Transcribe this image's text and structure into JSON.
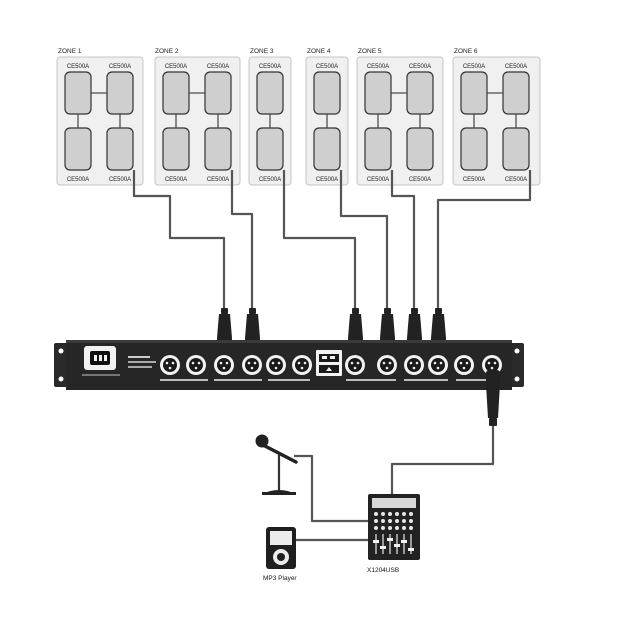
{
  "zones": [
    {
      "label": "ZONE 1",
      "speakers": [
        "CE500A",
        "CE500A",
        "CE500A",
        "CE500A"
      ]
    },
    {
      "label": "ZONE 2",
      "speakers": [
        "CE500A",
        "CE500A",
        "CE500A",
        "CE500A"
      ]
    },
    {
      "label": "ZONE 3",
      "speakers": [
        "CE500A",
        "CE500A"
      ]
    },
    {
      "label": "ZONE 4",
      "speakers": [
        "CE500A",
        "CE500A"
      ]
    },
    {
      "label": "ZONE 5",
      "speakers": [
        "CE500A",
        "CE500A",
        "CE500A",
        "CE500A"
      ]
    },
    {
      "label": "ZONE 6",
      "speakers": [
        "CE500A",
        "CE500A",
        "CE500A",
        "CE500A"
      ]
    }
  ],
  "devices": {
    "mixer_label": "X1204USB",
    "player_label": "MP3 Player"
  },
  "colors": {
    "line": "#555555",
    "device": "#222222",
    "zone_fill": "#f0f0f0",
    "zone_stroke": "#c4c4c4"
  }
}
